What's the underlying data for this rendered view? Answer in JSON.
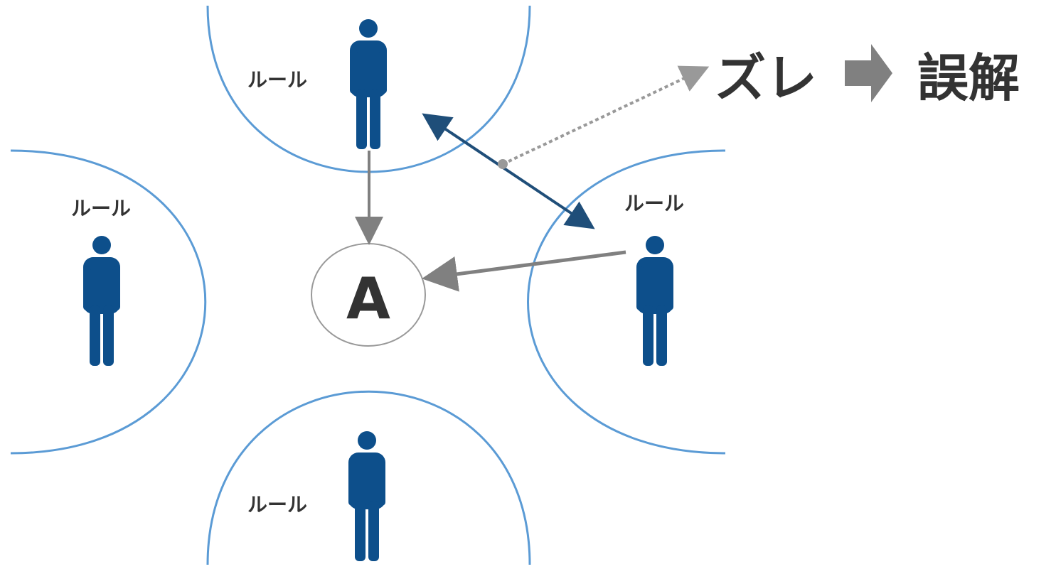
{
  "diagram": {
    "rule_label": "ルール",
    "center_label": "A",
    "headline_left": "ズレ",
    "headline_right": "誤解"
  },
  "colors": {
    "person": "#0d4f8b",
    "boundary": "#5b9bd5",
    "gray_arrow": "#808080",
    "mismatch_arrow": "#1f4e79",
    "text": "#333333",
    "center_ring": "#999999"
  },
  "icons": {
    "person": "person-icon",
    "arrow": "right-arrow-icon"
  }
}
